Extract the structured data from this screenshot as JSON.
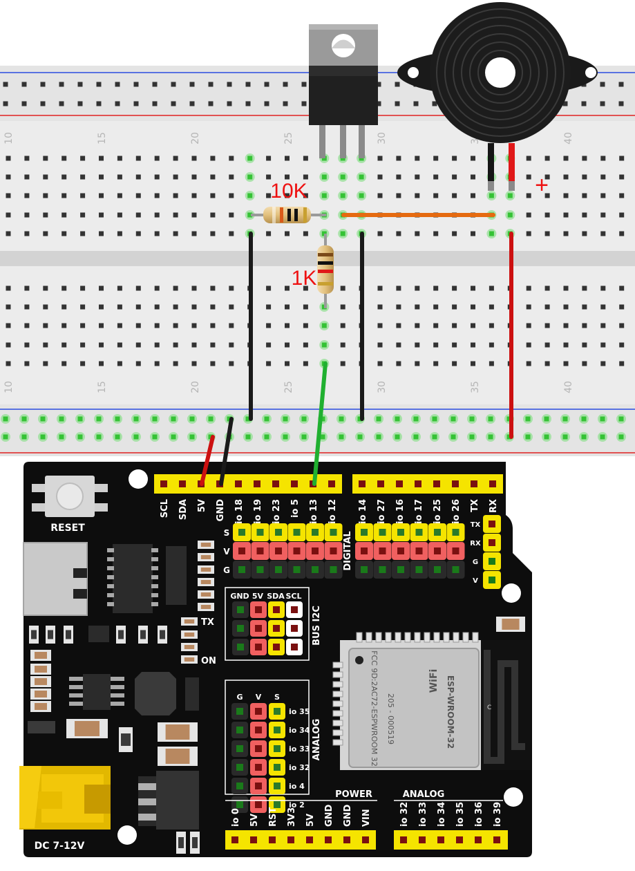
{
  "breadboard": {
    "column_numbers": [
      "10",
      "15",
      "20",
      "25",
      "30",
      "35",
      "40"
    ],
    "colors": {
      "rail_blue": "#2b4de0",
      "rail_red": "#e02020",
      "board": "#e6e6e6",
      "hole": "#333333",
      "active_hole": "#35c235"
    }
  },
  "components": {
    "resistor_10k": {
      "label": "10K"
    },
    "resistor_1k": {
      "label": "1K"
    },
    "buzzer": {
      "polarity_mark": "+"
    }
  },
  "board": {
    "reset_label": "RESET",
    "power_jack_label": "DC 7-12V",
    "led_labels": {
      "tx": "TX",
      "on": "ON"
    },
    "top_header_left": [
      "SCL",
      "SDA",
      "5V",
      "GND",
      "io 18",
      "io 19",
      "io 23",
      "io 5",
      "io 13",
      "io 12"
    ],
    "top_header_right": [
      "io 14",
      "io 27",
      "io 16",
      "io 17",
      "io 25",
      "io 26",
      "TX",
      "RX"
    ],
    "svg_row_labels": [
      "S",
      "V",
      "G"
    ],
    "digital_label": "DIGITAL",
    "uart_side_labels": [
      "TX",
      "RX",
      "G",
      "V"
    ],
    "i2c": {
      "title": "BUS I2C",
      "headers": [
        "GND",
        "5V",
        "SDA",
        "SCL"
      ]
    },
    "analog_block": {
      "title": "ANALOG",
      "headers": [
        "G",
        "V",
        "S"
      ],
      "pins": [
        "io 35",
        "io 34",
        "io 33",
        "io 32",
        "io 4",
        "io 2"
      ]
    },
    "power_header": {
      "title": "POWER",
      "pins": [
        "io 0",
        "5V",
        "RST",
        "3V3",
        "5V",
        "GND",
        "GND",
        "VIN"
      ]
    },
    "analog_header": {
      "title": "ANALOG",
      "pins": [
        "io 32",
        "io 33",
        "io 34",
        "io 35",
        "io 36",
        "io 39"
      ]
    },
    "module": {
      "name": "ESP-WROOM-32",
      "fcc": "FCC 9D:2AC72-ESPWROOM 32",
      "cert": "205 - 000519",
      "wifi": "WiFi",
      "ant_mark": "C"
    }
  }
}
